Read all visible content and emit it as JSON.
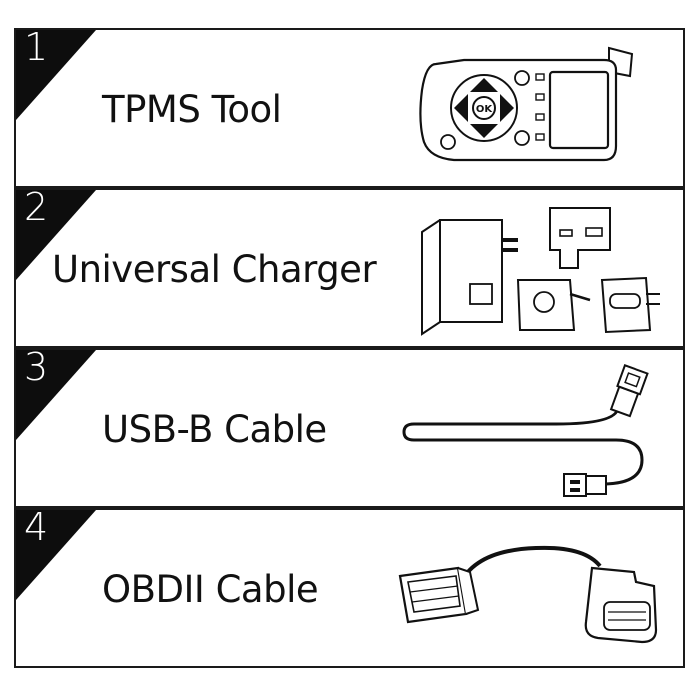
{
  "panels": [
    {
      "number": "1",
      "label": "TPMS Tool",
      "icon": "tpms-tool-icon"
    },
    {
      "number": "2",
      "label": "Universal Charger",
      "icon": "charger-icon"
    },
    {
      "number": "3",
      "label": "USB-B Cable",
      "icon": "usb-cable-icon"
    },
    {
      "number": "4",
      "label": "OBDII Cable",
      "icon": "obdii-cable-icon"
    }
  ],
  "tool_screen_text": "OK"
}
